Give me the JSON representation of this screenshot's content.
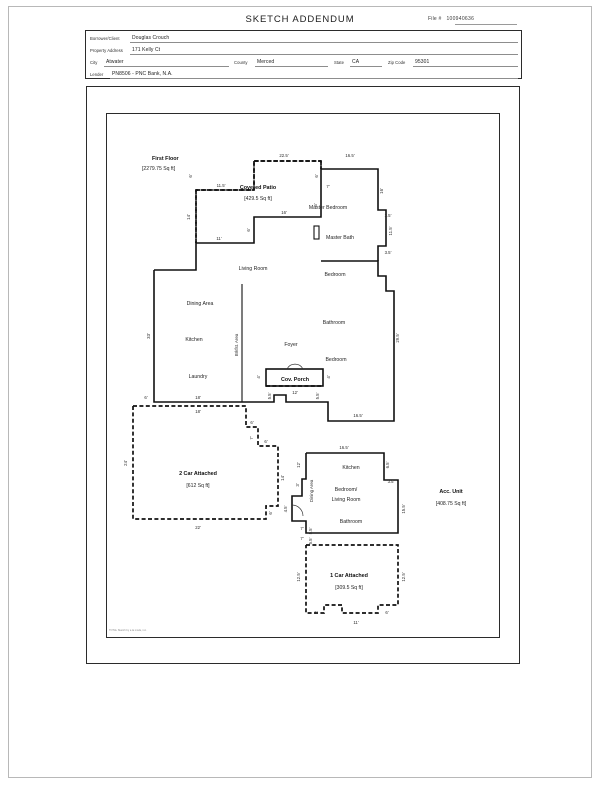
{
  "document": {
    "title": "SKETCH ADDENDUM",
    "file_label": "File #",
    "file_number": "100940636",
    "credit": "TOTAL Sketch by a la mode, inc."
  },
  "header_form": {
    "rows": [
      {
        "label": "Borrower/Client",
        "value": "Douglas Crouch"
      },
      {
        "label": "Property Address",
        "value": "171 Kelly Ct"
      },
      {
        "label": "City",
        "value": "Atwater"
      },
      {
        "label": "Lender",
        "value": "PN8506 - PNC Bank, N.A."
      }
    ],
    "city_row_extra": [
      {
        "label": "County",
        "value": "Merced"
      },
      {
        "label": "State",
        "value": "CA"
      },
      {
        "label": "Zip Code",
        "value": "95301"
      }
    ]
  },
  "sketch": {
    "areas": [
      {
        "name": "First Floor",
        "sqft": "[2279.75 Sq ft]"
      },
      {
        "name": "Covered Patio",
        "sqft": "[429.5 Sq ft]"
      },
      {
        "name": "2 Car Attached",
        "sqft": "[612 Sq ft]"
      },
      {
        "name": "Acc. Unit",
        "sqft": "[408.75 Sq ft]"
      },
      {
        "name": "1 Car Attached",
        "sqft": "[309.5 Sq ft]"
      }
    ],
    "rooms": [
      "Master Bedroom",
      "Master Bath",
      "Bedroom",
      "Bathroom",
      "Bedroom",
      "Living Room",
      "Dining Area",
      "Kitchen",
      "Laundry",
      "Brkfst. Area",
      "Foyer",
      "Cov. Porch",
      "Kitchen",
      "Dining Area",
      "Bedroom/",
      "Living Room",
      "Bathroom"
    ],
    "labels": {
      "first_floor": "First Floor",
      "first_floor_area": "[2279.75 Sq ft]",
      "covered_patio": "Covered Patio",
      "covered_patio_area": "[429.5 Sq ft]",
      "master_bedroom": "Master Bedroom",
      "master_bath": "Master Bath",
      "bedroom_1": "Bedroom",
      "bathroom_1": "Bathroom",
      "bedroom_2": "Bedroom",
      "living_room": "Living Room",
      "dining_area": "Dining Area",
      "kitchen": "Kitchen",
      "laundry": "Laundry",
      "brkfst_area": "Brkfst. Area",
      "foyer": "Foyer",
      "cov_porch": "Cov. Porch",
      "garage2": "2 Car Attached",
      "garage2_area": "[612 Sq ft]",
      "acc_unit": "Acc. Unit",
      "acc_unit_area": "[408.75 Sq ft]",
      "acc_kitchen": "Kitchen",
      "acc_dining": "Dining Area",
      "acc_bed": "Bedroom/",
      "acc_living": "Living Room",
      "acc_bath": "Bathroom",
      "garage1": "1 Car Attached",
      "garage1_area": "[309.5 Sq ft]"
    },
    "dimensions": {
      "patio_top": "22.5'",
      "master_top": "16.5'",
      "patio_left_6": "6'",
      "patio_right_6": "6'",
      "patio_7": "7'",
      "ff_11_5": "11.5'",
      "ff_14": "14'",
      "ff_11": "11'",
      "ff_16_top": "16'",
      "ff_6_a": "6'",
      "ff_6_b": "6'",
      "master_16": "16'",
      "mb_3_5_a": "3.5'",
      "mb_11_5": "11.5'",
      "mb_3_5_b": "3.5'",
      "right_29_5": "29.5'",
      "left_33": "33'",
      "bot_6": "6'",
      "bot_18_a": "18'",
      "bot_18_b": "18'",
      "porch_12": "12'",
      "porch_4": "4'",
      "porch_4b": "4'",
      "porch_5_5a": "5.5'",
      "porch_5_5b": "5.5'",
      "porch_bot_16_5": "16.5'",
      "g2_24": "24'",
      "g2_22": "22'",
      "g2_6a": "6'",
      "g2_6b": "6'",
      "g2_7": "7'",
      "g2_14": "14'",
      "g2_6c": "6'",
      "g2_6d": "6'",
      "acc_16_5": "16.5'",
      "acc_6_5": "6.5'",
      "acc_3_5": "3.5'",
      "acc_15_5": "15.5'",
      "acc_12": "12'",
      "acc_3": "3'",
      "acc_4_5": "4.5'",
      "acc_7a": "7'",
      "acc_7b": "7'",
      "acc_5_5a": "5.5'",
      "acc_5_5b": "5.5'",
      "g1_12_5a": "12.5'",
      "g1_12_5b": "12.5'",
      "g1_11": "11'",
      "g1_6a": "6'",
      "g1_6b": "6'",
      "g1_3_5": "3.5'"
    }
  }
}
